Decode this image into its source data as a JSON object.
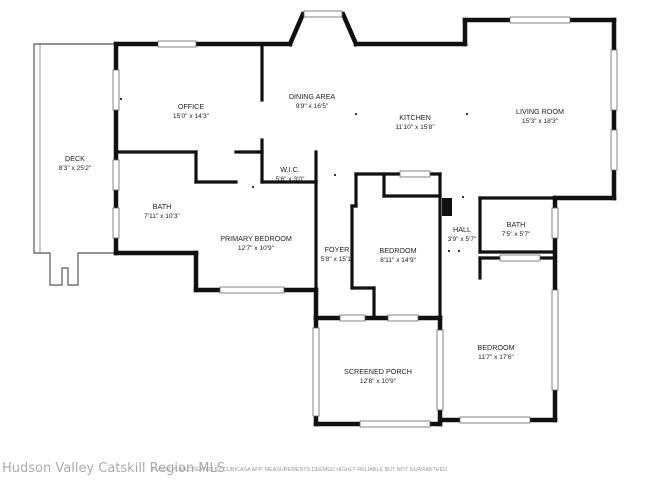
{
  "floor_plan": {
    "rooms": [
      {
        "id": "deck",
        "name": "DECK",
        "dims": "8'3\" x 25'2\""
      },
      {
        "id": "office",
        "name": "OFFICE",
        "dims": "15'0\" x 14'3\""
      },
      {
        "id": "dining-area",
        "name": "DINING AREA",
        "dims": "9'9\" x 16'5\""
      },
      {
        "id": "kitchen",
        "name": "KITCHEN",
        "dims": "11'10\" x 15'8\""
      },
      {
        "id": "living-room",
        "name": "LIVING ROOM",
        "dims": "15'3\" x 18'3\""
      },
      {
        "id": "bath-left",
        "name": "BATH",
        "dims": "7'11\" x 10'3\""
      },
      {
        "id": "wic",
        "name": "W.I.C.",
        "dims": "5'6\" x 3'0\""
      },
      {
        "id": "primary-bedroom",
        "name": "PRIMARY BEDROOM",
        "dims": "12'7\" x 10'9\""
      },
      {
        "id": "foyer",
        "name": "FOYER",
        "dims": "5'8\" x 15'1\""
      },
      {
        "id": "bedroom-middle",
        "name": "BEDROOM",
        "dims": "8'11\" x 14'9\""
      },
      {
        "id": "hall",
        "name": "HALL",
        "dims": "3'9\" x 5'7\""
      },
      {
        "id": "bath-right",
        "name": "BATH",
        "dims": "7'5\" x 5'7\""
      },
      {
        "id": "bedroom-right",
        "name": "BEDROOM",
        "dims": "11'7\" x 17'6\""
      },
      {
        "id": "screened-porch",
        "name": "SCREENED PORCH",
        "dims": "12'8\" x 10'9\""
      }
    ],
    "watermark": "Hudson Valley Catskill Region MLS",
    "footer_note": "FLOOR PLAN CREATED BY CUBICASA APP. MEASUREMENTS DEEMED HIGHLY RELIABLE BUT NOT GUARANTEED."
  }
}
